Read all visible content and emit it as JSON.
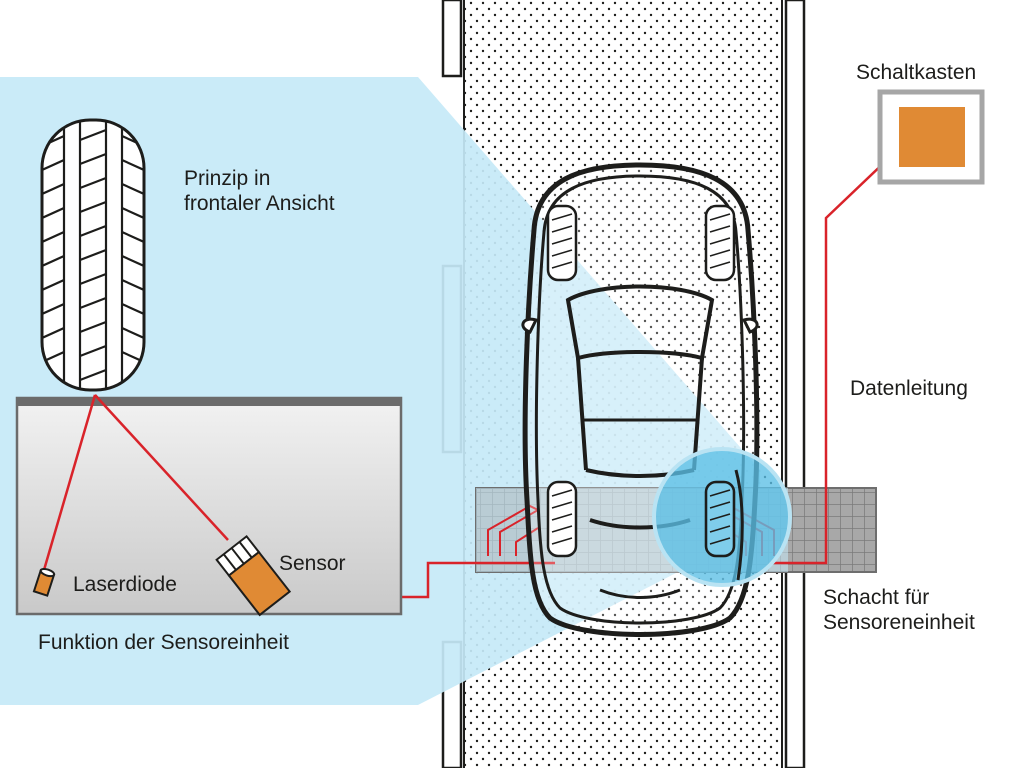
{
  "labels": {
    "principle_line1": "Prinzip in",
    "principle_line2": "frontaler Ansicht",
    "switchbox": "Schaltkasten",
    "data_line": "Datenleitung",
    "sensor": "Sensor",
    "laser_diode": "Laserdiode",
    "unit_function": "Funktion der Sensoreinheit",
    "shaft_line1": "Schacht für",
    "shaft_line2": "Sensoreneinheit"
  },
  "colors": {
    "light_blue": "#c6e9f7",
    "circle_blue": "#5bbfe6",
    "orange": "#e08a34",
    "red_wire": "#d9232a",
    "shaft_gray": "#9b9b9b",
    "road_dots": "#1d1d1b",
    "outline": "#1d1d1b"
  },
  "icons": [
    "tire-icon",
    "car-icon",
    "laser-diode-icon",
    "sensor-icon",
    "switchbox-icon"
  ]
}
